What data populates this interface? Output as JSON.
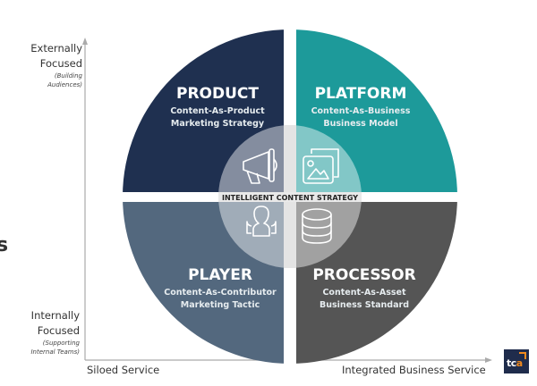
{
  "title": "Intelligent Content Strategy Quadrant",
  "y_axis": {
    "top": {
      "label_line1": "Externally",
      "label_line2": "Focused",
      "sub_line1": "(Building",
      "sub_line2": "Audiences)"
    },
    "bottom": {
      "label_line1": "Internally",
      "label_line2": "Focused",
      "sub_line1": "(Supporting",
      "sub_line2": "Internal Teams)"
    }
  },
  "x_axis": {
    "left": "Siloed Service",
    "right": "Integrated Business Service"
  },
  "center": {
    "label": "INTELLIGENT CONTENT STRATEGY"
  },
  "quadrants": [
    {
      "id": "product",
      "title": "PRODUCT",
      "line1": "Content-As-Product",
      "line2": "Marketing Strategy",
      "color": "#1f3050",
      "icon": "megaphone-icon"
    },
    {
      "id": "platform",
      "title": "PLATFORM",
      "line1": "Content-As-Business",
      "line2": "Business Model",
      "color": "#1d9a9a",
      "icon": "image-gallery-icon"
    },
    {
      "id": "player",
      "title": "PLAYER",
      "line1": "Content-As-Contributor",
      "line2": "Marketing Tactic",
      "color": "#53687e",
      "icon": "people-group-icon"
    },
    {
      "id": "processor",
      "title": "PROCESSOR",
      "line1": "Content-As-Asset",
      "line2": "Business Standard",
      "color": "#555555",
      "icon": "database-icon"
    }
  ],
  "logo": {
    "text": "tc",
    "accent": "a"
  },
  "edge_fragment": "s"
}
